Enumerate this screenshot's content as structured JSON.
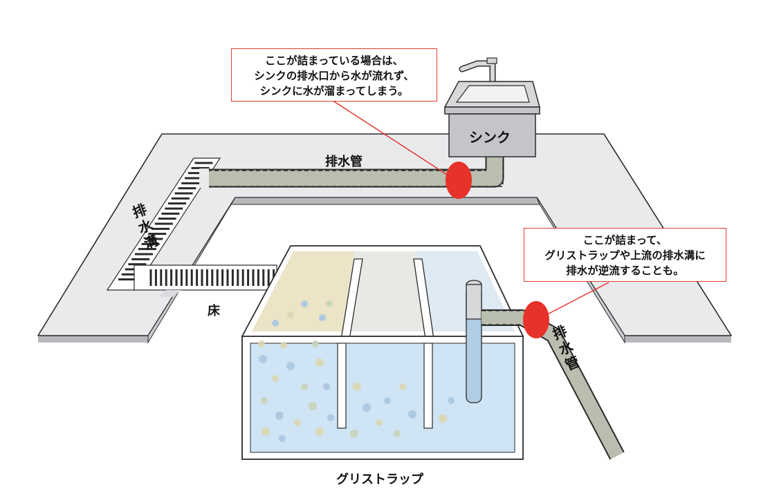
{
  "callouts": {
    "sink_clog": {
      "lines": [
        "ここが詰まっている場合は、",
        "シンクの排水口から水が流れず、",
        "シンクに水が溜まってしまう。"
      ]
    },
    "pipe_clog": {
      "lines": [
        "ここが詰まって、",
        "グリストラップや上流の排水溝に",
        "排水が逆流することも。"
      ]
    }
  },
  "labels": {
    "sink": "シンク",
    "drain_pipe_top": "排水管",
    "drain_channel": "排水溝",
    "floor": "床",
    "drain_pipe_right": "排水管",
    "grease_trap": "グリストラップ"
  },
  "colors": {
    "floor": "#e9eaec",
    "floor_edge": "#b7b9bd",
    "pipe": "#b9beaf",
    "water": "#cfe4f4",
    "oil": "#ece4c7",
    "marker": "#e6322a",
    "outline": "#2a2a2a"
  },
  "icons": {
    "marker": "clog-point-marker",
    "sink": "sink-faucet-icon",
    "grate": "drain-grate"
  }
}
